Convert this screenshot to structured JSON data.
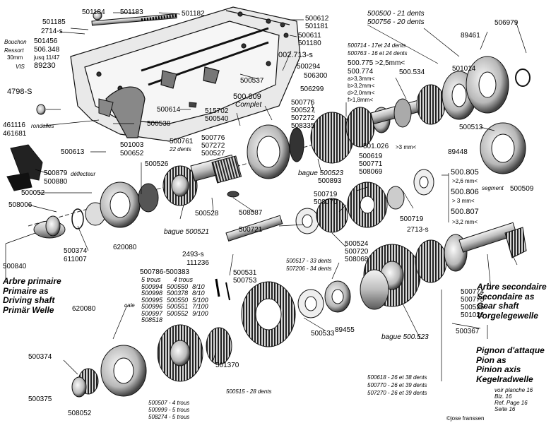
{
  "labels": {
    "l501184": "501184",
    "l501183": "501183",
    "l501182": "501182",
    "l501185": "501185",
    "l2714s": "2714-s",
    "bouchon": "Bouchon",
    "ressort": "Ressort",
    "mm30": "30mm",
    "vis": "VIS",
    "l501456": "501456",
    "l506348": "506.348",
    "jusq": "jusq 11/47",
    "l89230": "89230",
    "l4798s": "4798-S",
    "l461116": "461116",
    "l461681": "461681",
    "rondelles": "rondelles",
    "l500614": "500614",
    "l500538": "500538",
    "l500613": "500613",
    "l500879": "500879",
    "l500880": "500880",
    "deflecteur": "déflecteur",
    "l500652a": "501003",
    "l500652b": "500652",
    "l500526": "500526",
    "l500761": "500761",
    "dents22": "22 dents",
    "l500052": "500052",
    "l508006": "508006",
    "l500840": "500840",
    "l500374a": "500374",
    "l611007": "611007",
    "l620080a": "620080",
    "bague500521": "bague 500521",
    "l500528": "500528",
    "l500612": "500612",
    "l501181": "501181",
    "l500611": "500611",
    "l501180": "501180",
    "l002713": "002.713-s",
    "l500537": "500537",
    "l500294": "500294",
    "l500809": "500.809",
    "complet": "Complet",
    "l515702": "515702",
    "l500540": "500540",
    "l500776a": "500776",
    "l507272a": "507272",
    "l500527a": "500527",
    "l508587": "508587",
    "l500776b": "500776",
    "l500527b": "500527",
    "l507272b": "507272",
    "l508335": "508335",
    "l500523": "bague 500523",
    "l500893": "500893",
    "l500500": "500500 - 21 dents",
    "l500756": "500756 - 20 dents",
    "l506979": "506979",
    "l89461": "89461",
    "l500714": "500714 - 17et 24 dents",
    "l500763": "500763 - 16 et 24 dents",
    "l500775gap": "500.775 >2,5mm<",
    "l500774": "500.774",
    "a33": "a>3,3mm<",
    "b32": "b>3,2mm<",
    "d20": "d>2,0mm<",
    "f18": "f>1,8mm<",
    "l500534": "500.534",
    "l506300": "506300",
    "l506299": "506299",
    "l501014": "501014",
    "l500513": "500513",
    "l89448": "89448",
    "segment": "segment",
    "l500509": "500509",
    "l501026": "501.026",
    "gap3": ">3 mm<",
    "l500619": "500619",
    "l500771": "500771",
    "l508069": "508069",
    "l500719a": "500719",
    "l508070": "508070",
    "l500719b": "500719",
    "l2713s": "2713-s",
    "l500805": "500.805",
    "g26": ">2,6 mm<",
    "l500806": "500.806",
    "g3": "> 3 mm<",
    "l500807": "500.807",
    "g32": ">3,2 mm<",
    "l500721": "500721",
    "l500524": "500524",
    "l500720": "500720",
    "l508068": "508068",
    "l2493": "2493-s",
    "l111236": "111236",
    "l500786": "500786-500383",
    "l500531": "500531",
    "l500753": "500753",
    "l500517": "500517 - 33 dents",
    "l507206": "507206 - 34 dents",
    "l89455": "89455",
    "l500533": "500533",
    "bague500523b": "bague 500.523",
    "l500774b": "500774",
    "l500775b": "500775",
    "l500525": "500525",
    "l501026b": "501026",
    "l500367": "500367",
    "l620080b": "620080",
    "cale": "cale",
    "l500374b": "500374",
    "l500375": "500375",
    "l508052": "508052",
    "l501370": "501370",
    "l500515": "500515 - 28 dents",
    "l500507": "500507 - 4 trous",
    "l500999": "500999 - 5 trous",
    "l508274": "508274 - 5 trous",
    "l500618": "500618 - 26 et 38 dents",
    "l500770": "500770 - 26 et 39 dents",
    "l507270": "507270 - 26 et 39 dents",
    "copyright": "©jose franssen"
  },
  "shim_table": {
    "h1": "5 trous",
    "h2": "4 trous",
    "col1": [
      "500994",
      "500998",
      "500995",
      "500996",
      "500997",
      "508518"
    ],
    "col2": [
      "500550",
      "500378",
      "500550",
      "500551",
      "500552",
      ""
    ],
    "col3": [
      "8/10",
      "8/10",
      "5/100",
      "7/100",
      "9/100",
      ""
    ]
  },
  "titles": {
    "primary": [
      "Arbre primaire",
      "Primaire as",
      "Driving shaft",
      "Primär Welle"
    ],
    "secondary": [
      "Arbre secondaire",
      "Secondaire as",
      "Gear shaft",
      "Vorgelegewelle"
    ],
    "pinion": [
      "Pignon d'attaque",
      "Pion as",
      "Pinion axis",
      "Kegelradwelle"
    ],
    "refs": [
      "voir  planche 16",
      "Blz. 16",
      "Ref.  Page 16",
      "Seite 16"
    ]
  }
}
